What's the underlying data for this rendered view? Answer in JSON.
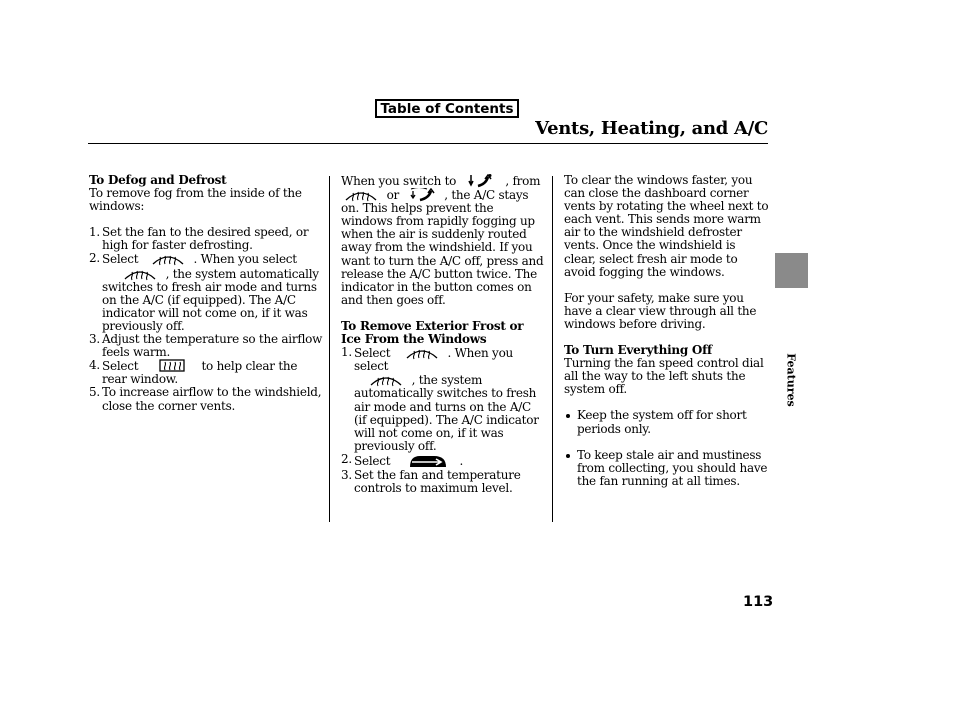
{
  "header": {
    "toc_label": "Table of Contents",
    "section_title": "Vents, Heating, and A/C",
    "side_tab": "Features",
    "page_number": "113"
  },
  "col1": {
    "heading": "To Defog and Defrost",
    "intro": "To remove fog from the inside of the windows:",
    "steps": [
      {
        "num": "1.",
        "text": "Set the fan to the desired speed, or high for faster defrosting."
      },
      {
        "num": "2.",
        "a": "Select",
        "b": ". When you select",
        "c": ", the system automatically switches to fresh air mode and turns on the A/C (if equipped). The A/C indicator will not come on, if it was previously off."
      },
      {
        "num": "3.",
        "text": "Adjust the temperature so the airflow feels warm."
      },
      {
        "num": "4.",
        "a": "Select",
        "b": "to help clear the rear window."
      },
      {
        "num": "5.",
        "text": "To increase airflow to the windshield, close the corner vents."
      }
    ]
  },
  "col2": {
    "p1_a": "When you switch to",
    "p1_b": ", from",
    "p1_c": "or",
    "p1_d": ", the A/C stays on. This helps prevent the windows from rapidly fogging up when the air is suddenly routed away from the windshield. If you want to turn the A/C off, press and release the A/C button twice. The indicator in the button comes on and then goes off.",
    "heading": "To Remove Exterior Frost or Ice From the Windows",
    "steps": [
      {
        "num": "1.",
        "a": "Select",
        "b": ". When you select",
        "c": ", the system automatically switches to fresh air mode and turns on the A/C (if equipped). The A/C indicator will not come on, if it was previously off."
      },
      {
        "num": "2.",
        "a": "Select",
        "b": "."
      },
      {
        "num": "3.",
        "text": "Set the fan and temperature controls to maximum level."
      }
    ]
  },
  "col3": {
    "p1": "To clear the windows faster, you can close the dashboard corner vents by rotating the wheel next to each vent. This sends more warm air to the windshield defroster vents. Once the windshield is clear, select fresh air mode to avoid fogging the windows.",
    "p2": "For your safety, make sure you have a clear view through all the windows before driving.",
    "heading": "To Turn Everything Off",
    "p3": "Turning the fan speed control dial all the way to the left shuts the system off.",
    "bullets": [
      "Keep the system off for short periods only.",
      "To keep stale air and mustiness from collecting, you should have the fan running at all times."
    ]
  },
  "icons": {
    "front_defrost": "windshield-defrost-icon",
    "rear_defrost": "rear-defrost-icon",
    "floor_defrost": "floor-defrost-mode-icon",
    "fresh_air": "fresh-air-mode-icon"
  }
}
